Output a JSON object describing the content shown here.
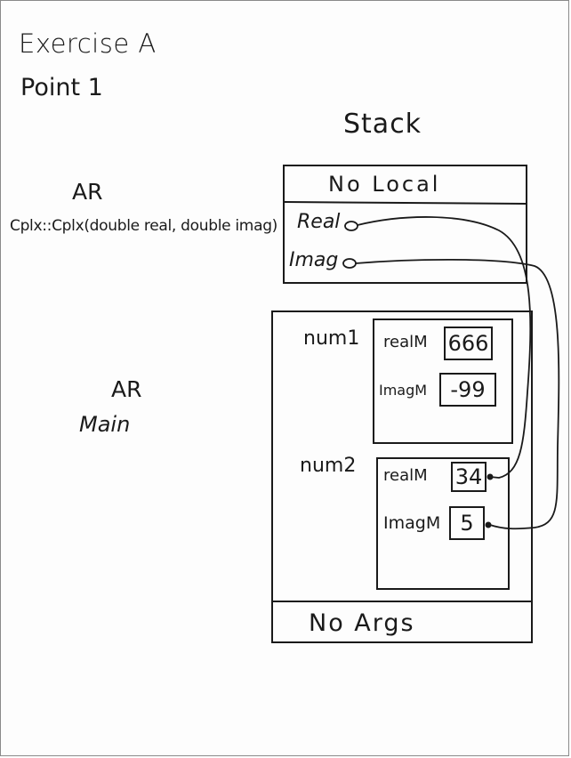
{
  "labels": {
    "exercise": "Exercise A",
    "point": "Point 1",
    "stack": "Stack",
    "ar_top": "AR",
    "ctor_signature": "Cplx::Cplx(double real, double imag)",
    "ar_main": "AR",
    "main": "Main"
  },
  "ctor_frame": {
    "locals": "No Local",
    "param_real": "Real",
    "param_imag": "Imag"
  },
  "main_frame": {
    "num1": {
      "name": "num1",
      "realm_label": "realM",
      "realm_value": "666",
      "imagm_label": "ImagM",
      "imagm_value": "-99"
    },
    "num2": {
      "name": "num2",
      "realm_label": "realM",
      "realm_value": "34",
      "imagm_label": "ImagM",
      "imagm_value": "5"
    },
    "args": "No Args"
  },
  "colors": {
    "ink": "#1a1a1a",
    "paper": "#fdfdfd"
  }
}
